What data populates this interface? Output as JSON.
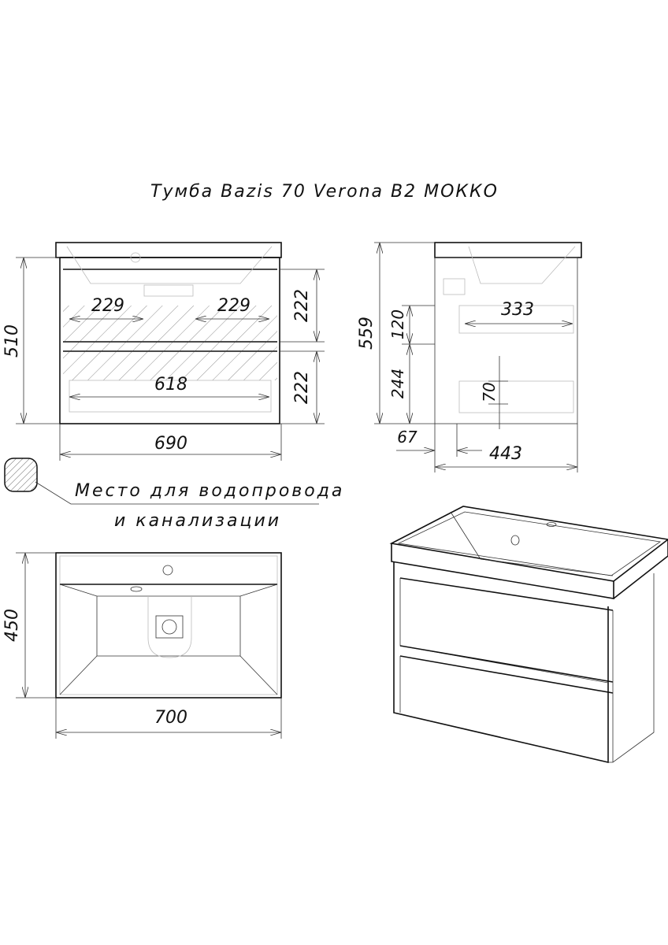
{
  "title": "Тумба Bazis 70 Verona B2 МОККО",
  "front_view": {
    "height_dim": "510",
    "drawer_top_height": "222",
    "drawer_bottom_height": "222",
    "inner_width_left": "229",
    "inner_width_right": "229",
    "inner_width_bottom": "618",
    "width_dim": "690"
  },
  "side_view": {
    "height_dim": "559",
    "dim_120": "120",
    "dim_244": "244",
    "depth_inner": "333",
    "dim_70": "70",
    "offset_67": "67",
    "depth_dim": "443"
  },
  "legend": {
    "line1": "Место для водопровода",
    "line2": "и канализации"
  },
  "top_view": {
    "depth_dim": "450",
    "width_dim": "700"
  }
}
